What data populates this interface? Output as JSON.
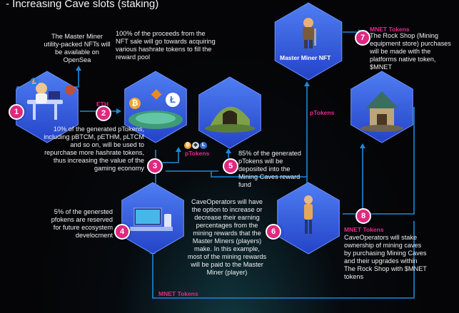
{
  "title": "- Increasing Cave slots (staking)",
  "colors": {
    "hex_blue": "#2a4fd6",
    "hex_blue_light": "#4a78f0",
    "connector": "#1e88d8",
    "accent_pink": "#e8288c",
    "background": "#050507"
  },
  "steps": [
    {
      "number": "1",
      "text": "The Master Miner utility-packed NFTs will be available on OpenSea"
    },
    {
      "number": "2",
      "label": "ETH",
      "text": "100% of the proceeds from the NFT sale will go towards acquiring various hashrate tokens to fill the reward pool"
    },
    {
      "number": "3",
      "text": "10% of the generated pTokens, including pBTCM, pETHM, pLTCM and so on, will be used to repurchase more hashrate tokens, thus increasing the value of the gaming economy"
    },
    {
      "number": "4",
      "text": "5% of the genersted pfokens are reserved for future ecosystem develocment"
    },
    {
      "number": "5",
      "text": "85% of the generated pTokens will be deposited into the Mining Caves reward fund"
    },
    {
      "number": "6",
      "text": "CaveOperators will have the option to increase or decrease their earning percentages from the mining rewards that the Master Miners (players) make. In this example, most of the mining rewards will be paid to the Master Miner (player)"
    },
    {
      "number": "7",
      "label": "MNET Tokens",
      "text": "The Rock Shop (Mining equipment store) purchases will be made with the platforms native token, $MNET"
    },
    {
      "number": "8",
      "label": "MNET Tokens",
      "text": "CaveOperators will stake ownership of mining caves by purchasing Mining Caves and their upgrades within The Rock Shop with $MNET tokens"
    }
  ],
  "hexes": {
    "master_miner_nft": "Master Miner NFT"
  },
  "flow_labels": {
    "ptokens_coins": "pTokens",
    "ptokens_right": "pTokens",
    "mnet_bottom": "MNET Tokens"
  },
  "icons": {
    "ethereum": "ethereum-icon",
    "bitcoin": "bitcoin-icon",
    "litecoin": "litecoin-icon",
    "opensea": "opensea-icon"
  }
}
